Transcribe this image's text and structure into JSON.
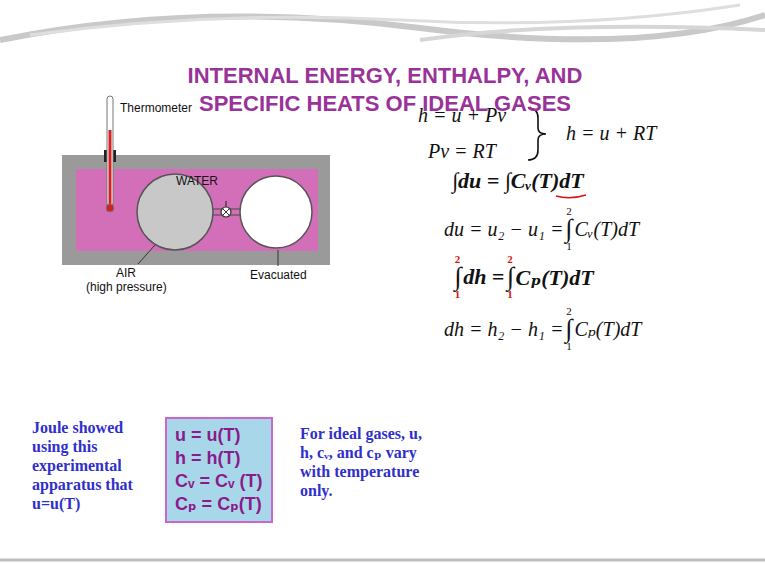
{
  "diagram": {
    "title": "INTERNAL ENERGY, ENTHALPY, AND SPECIFIC HEATS OF IDEAL GASES",
    "nodes": [
      {
        "text": [
          "u = u(T)",
          "h = h(T)",
          "Cᵥ = Cᵥ (T)",
          "Cₚ = Cₚ(T)"
        ]
      }
    ],
    "labels": [
      "Thermometer",
      "WATER",
      "AIR",
      "(high pressure)",
      "Evacuated",
      "Joule showed using this experimental apparatus that u=u(T)",
      "For ideal gases, u, h, cᵥ, and cₚ vary with temperature only.",
      "h = u + Pv",
      "Pv = RT",
      "h = u + RT",
      "∫du = ∫Cᵥ(T)dT",
      "du = u₂ − u₁ =",
      "2",
      "∫",
      "1",
      "Cᵥ(T)dT",
      "2",
      "∫",
      "1",
      "dh =",
      "2",
      "∫",
      "1",
      "Cₚ(T)dT",
      "dh = h₂ − h₁ =",
      "2",
      "∫",
      "1",
      "Cₚ(T)dT"
    ]
  }
}
